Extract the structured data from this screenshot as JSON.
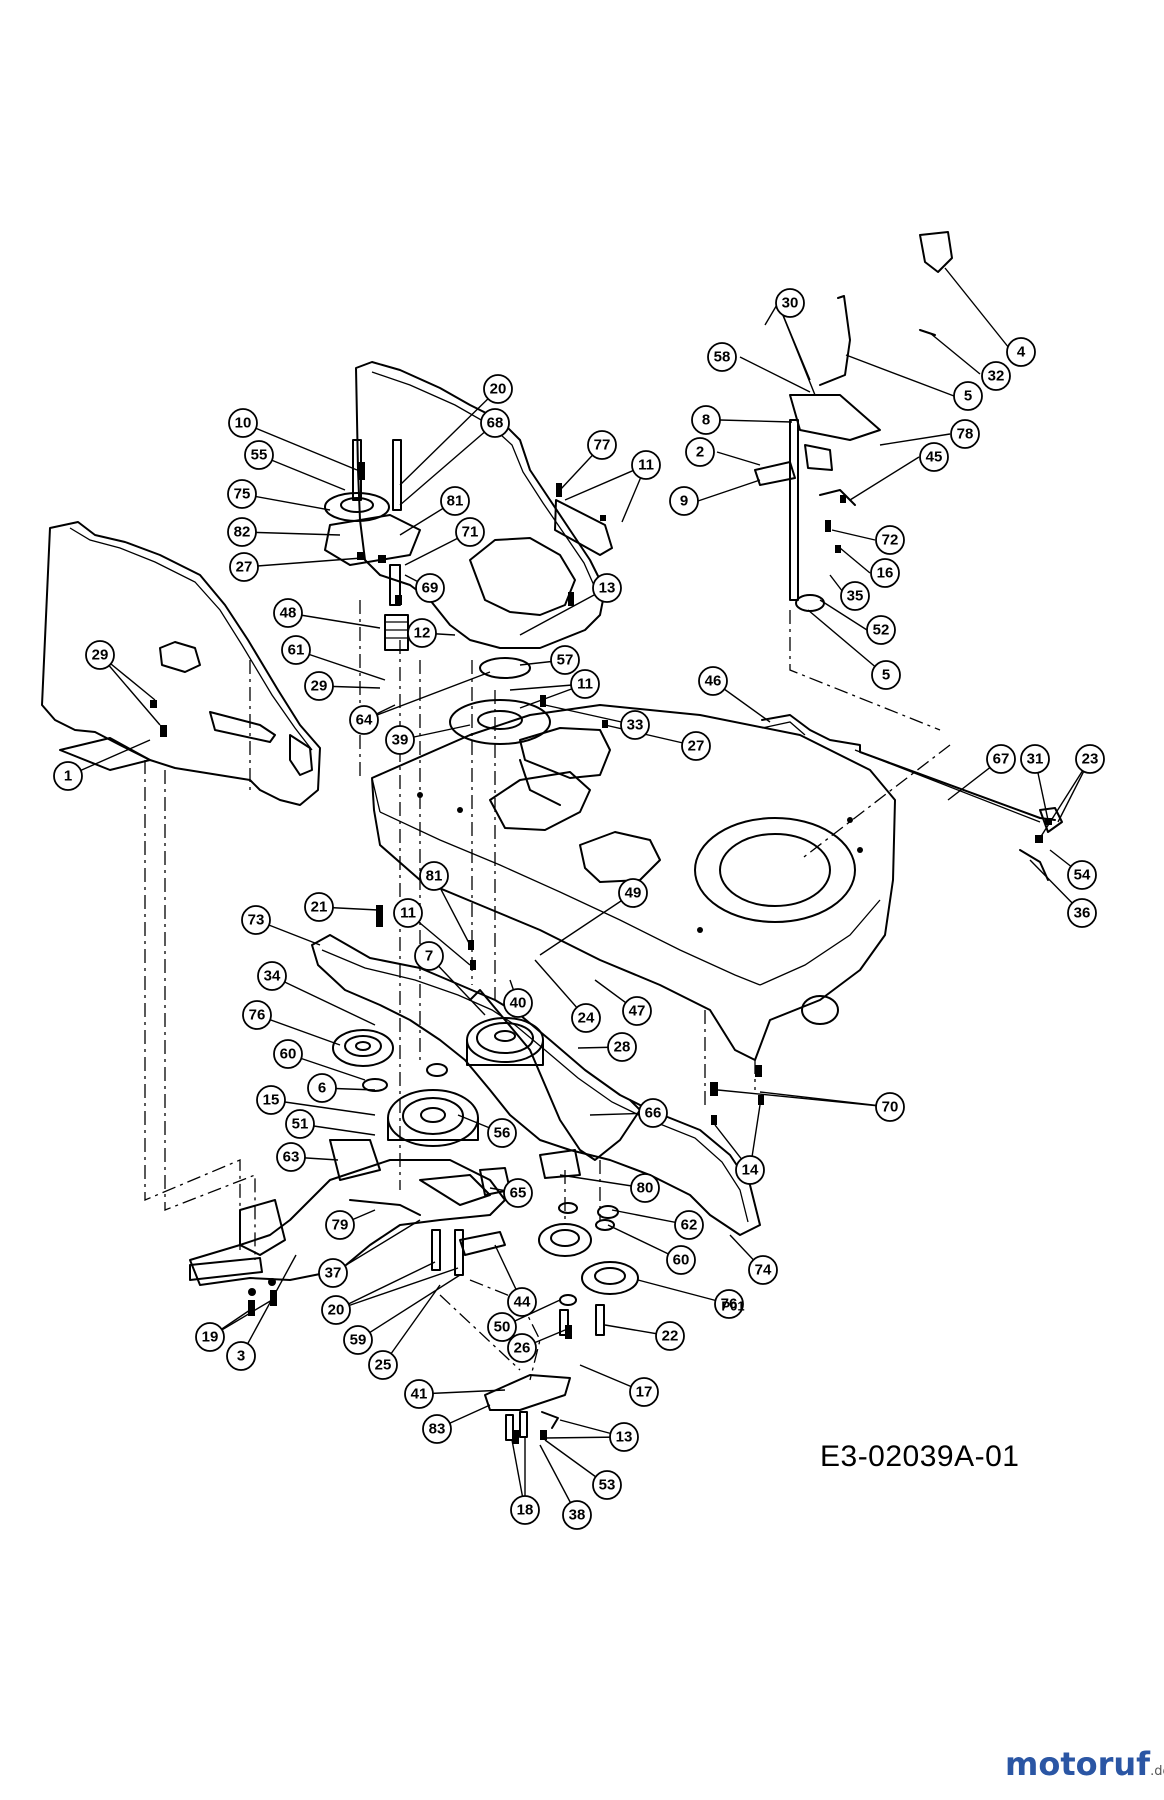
{
  "diagram": {
    "code": "E3-02039A-01",
    "logo_name": "motoruf",
    "logo_tld": ".de",
    "callouts": [
      {
        "label": "30"
      },
      {
        "label": "4"
      },
      {
        "label": "58"
      },
      {
        "label": "32"
      },
      {
        "label": "8"
      },
      {
        "label": "5"
      },
      {
        "label": "2"
      },
      {
        "label": "78"
      },
      {
        "label": "9"
      },
      {
        "label": "45"
      },
      {
        "label": "72"
      },
      {
        "label": "16"
      },
      {
        "label": "35"
      },
      {
        "label": "52"
      },
      {
        "label": "5"
      },
      {
        "label": "20"
      },
      {
        "label": "10"
      },
      {
        "label": "68"
      },
      {
        "label": "77"
      },
      {
        "label": "55"
      },
      {
        "label": "11"
      },
      {
        "label": "75"
      },
      {
        "label": "81"
      },
      {
        "label": "82"
      },
      {
        "label": "71"
      },
      {
        "label": "27"
      },
      {
        "label": "69"
      },
      {
        "label": "13"
      },
      {
        "label": "48"
      },
      {
        "label": "12"
      },
      {
        "label": "57"
      },
      {
        "label": "61"
      },
      {
        "label": "29"
      },
      {
        "label": "11"
      },
      {
        "label": "64"
      },
      {
        "label": "39"
      },
      {
        "label": "33"
      },
      {
        "label": "27"
      },
      {
        "label": "29"
      },
      {
        "label": "1"
      },
      {
        "label": "46"
      },
      {
        "label": "67"
      },
      {
        "label": "31"
      },
      {
        "label": "23"
      },
      {
        "label": "54"
      },
      {
        "label": "36"
      },
      {
        "label": "81"
      },
      {
        "label": "73"
      },
      {
        "label": "21"
      },
      {
        "label": "11"
      },
      {
        "label": "49"
      },
      {
        "label": "7"
      },
      {
        "label": "34"
      },
      {
        "label": "40"
      },
      {
        "label": "24"
      },
      {
        "label": "47"
      },
      {
        "label": "76"
      },
      {
        "label": "28"
      },
      {
        "label": "60"
      },
      {
        "label": "6"
      },
      {
        "label": "66"
      },
      {
        "label": "70"
      },
      {
        "label": "15"
      },
      {
        "label": "51"
      },
      {
        "label": "56"
      },
      {
        "label": "14"
      },
      {
        "label": "63"
      },
      {
        "label": "80"
      },
      {
        "label": "65"
      },
      {
        "label": "62"
      },
      {
        "label": "79"
      },
      {
        "label": "60"
      },
      {
        "label": "37"
      },
      {
        "label": "74"
      },
      {
        "label": "20"
      },
      {
        "label": "76"
      },
      {
        "label": "44"
      },
      {
        "label": "P01"
      },
      {
        "label": "59"
      },
      {
        "label": "50"
      },
      {
        "label": "19"
      },
      {
        "label": "26"
      },
      {
        "label": "22"
      },
      {
        "label": "25"
      },
      {
        "label": "3"
      },
      {
        "label": "17"
      },
      {
        "label": "41"
      },
      {
        "label": "13"
      },
      {
        "label": "83"
      },
      {
        "label": "53"
      },
      {
        "label": "18"
      },
      {
        "label": "38"
      }
    ]
  }
}
